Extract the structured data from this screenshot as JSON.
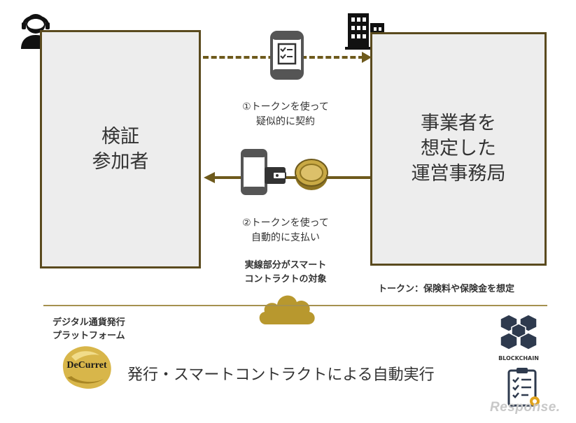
{
  "participant_box": {
    "label": "検証\n参加者"
  },
  "office_box": {
    "label": "事業者を\n想定した\n運営事務局"
  },
  "flow_top": {
    "label": "①トークンを使って\n疑似的に契約"
  },
  "flow_bottom": {
    "label": "②トークンを使って\n自動的に支払い"
  },
  "smart_contract_note": "実線部分がスマート\nコントラクトの対象",
  "token_note": "トークン：保険料や保険金を想定",
  "platform": {
    "caption": "デジタル通貨発行\nプラットフォーム",
    "logo_text": "DeCurret"
  },
  "footer_title": "発行・スマートコントラクトによる自動実行",
  "blockchain_label": "BLOCKCHAIN",
  "watermark": "Response.",
  "colors": {
    "accent": "#6e5a1c",
    "gold": "#c6a53a",
    "box_fill": "#ededed"
  },
  "icons": [
    "user-icon",
    "building-icon",
    "contract-phone-icon",
    "wallet-phone-icon",
    "coin-icon",
    "cloud-icon",
    "blockchain-icon",
    "checklist-icon",
    "decurret-logo"
  ]
}
